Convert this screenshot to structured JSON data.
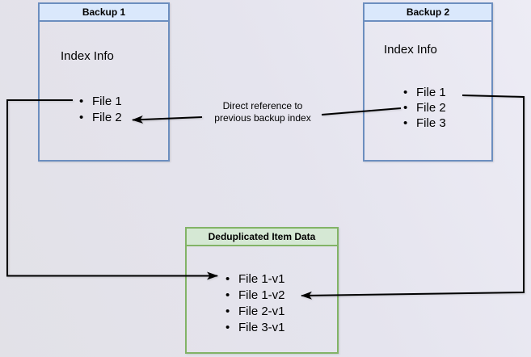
{
  "diagram": {
    "backup1": {
      "title": "Backup 1",
      "index_label": "Index Info",
      "files": [
        "File 1",
        "File 2"
      ]
    },
    "backup2": {
      "title": "Backup 2",
      "index_label": "Index Info",
      "files": [
        "File 1",
        "File 2",
        "File 3"
      ]
    },
    "dedup": {
      "title": "Deduplicated Item Data",
      "items": [
        "File 1-v1",
        "File 1-v2",
        "File 2-v1",
        "File 3-v1"
      ]
    },
    "annotation": {
      "line1": "Direct reference to",
      "line2": "previous backup index"
    }
  },
  "colors": {
    "blue_border": "#6c8ebf",
    "blue_fill": "#dae8fc",
    "green_border": "#82b366",
    "green_fill": "#d5e8d4",
    "line_color": "#000000"
  }
}
